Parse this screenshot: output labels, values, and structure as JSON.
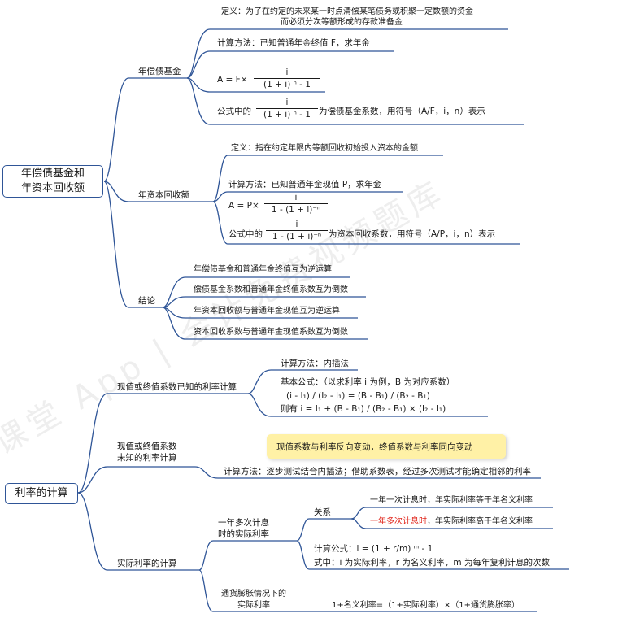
{
  "watermark": "课堂 App | 会计免费视频题库",
  "section1": {
    "root": "年偿债基金和\n年资本回收额",
    "sinking_fund": {
      "label": "年偿债基金",
      "definition_line1": "定义：为了在约定的未来某一时点清偿某笔债务或积聚一定数额的资金",
      "definition_line2": "而必须分次等额形成的存款准备金",
      "method": "计算方法：已知普通年金终值 F，求年金",
      "formula_lhs": "A = F×",
      "formula_num": "i",
      "formula_den": "(1 + i) ⁿ - 1",
      "coef_prefix": "公式中的",
      "coef_num": "i",
      "coef_den": "(1 + i) ⁿ - 1",
      "coef_suffix": "为偿债基金系数，用符号（A/F，i，n）表示"
    },
    "capital_recovery": {
      "label": "年资本回收额",
      "definition": "定义：指在约定年限内等额回收初始投入资本的金额",
      "method": "计算方法：已知普通年金现值 P，求年金",
      "formula_lhs": "A = P×",
      "formula_num": "i",
      "formula_den": "1 - (1 + i)⁻ⁿ",
      "coef_prefix": "公式中的",
      "coef_num": "i",
      "coef_den": "1 - (1 + i)⁻ⁿ",
      "coef_suffix": "为资本回收系数，用符号（A/P，i，n）表示"
    },
    "conclusion": {
      "label": "结论",
      "items": [
        "年偿债基金和普通年金终值互为逆运算",
        "偿债基金系数和普通年金终值系数互为倒数",
        "年资本回收额与普通年金现值互为逆运算",
        "资本回收系数与普通年金现值系数互为倒数"
      ]
    }
  },
  "section2": {
    "root": "利率的计算",
    "known": {
      "label": "现值或终值系数已知的利率计算",
      "method": "计算方法：内插法",
      "basic_formula": "基本公式：（以求利率 i 为例，B 为对应系数）",
      "eq1": "(i - I₁) / (I₂ - I₁) = (B - B₁) / (B₂ - B₁)",
      "eq2": "则有 i = I₁ + (B - B₁) / (B₂ - B₁) × (I₂ - I₁)"
    },
    "unknown": {
      "label_line1": "现值或终值系数",
      "label_line2": "未知的利率计算",
      "callout": "现值系数与利率反向变动，终值系数与利率同向变动",
      "method": "计算方法：逐步测试结合内插法；借助系数表，经过多次测试才能确定相邻的利率"
    },
    "real_rate": {
      "label": "实际利率的计算",
      "multi": {
        "label_line1": "一年多次计息",
        "label_line2": "时的实际利率",
        "relation_label": "关系",
        "rel1": "一年一次计息时，年实际利率等于年名义利率",
        "rel2_red": "一年多次计息时",
        "rel2_rest": "，年实际利率高于年名义利率",
        "formula": "计算公式：i = (1 + r/m) ᵐ - 1",
        "explain": "式中：i 为实际利率，r 为名义利率，m 为每年复利计息的次数"
      },
      "inflation": {
        "label_line1": "通货膨胀情况下的",
        "label_line2": "实际利率",
        "formula": "1+名义利率=（1+实际利率）×（1+通货膨胀率）"
      }
    }
  },
  "colors": {
    "edge": "#2f5597",
    "callout": "#fff1a6",
    "highlight": "#e0251b"
  }
}
